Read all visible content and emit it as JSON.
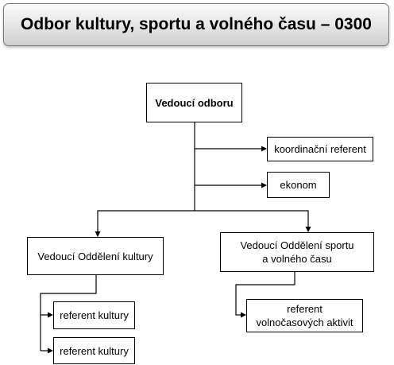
{
  "header": {
    "title": "Odbor kultury, sportu a volného času – 0300"
  },
  "org": {
    "head": "Vedoucí odboru",
    "staff": [
      "koordinační referent",
      "ekonom"
    ],
    "departments": [
      {
        "name": "Vedoucí Oddělení kultury",
        "members": [
          "referent kultury",
          "referent kultury"
        ]
      },
      {
        "name_line1": "Vedoucí Oddělení sportu",
        "name_line2": "a volného času",
        "members_line1": "referent",
        "members_line2": "volnočasových aktivit"
      }
    ]
  }
}
